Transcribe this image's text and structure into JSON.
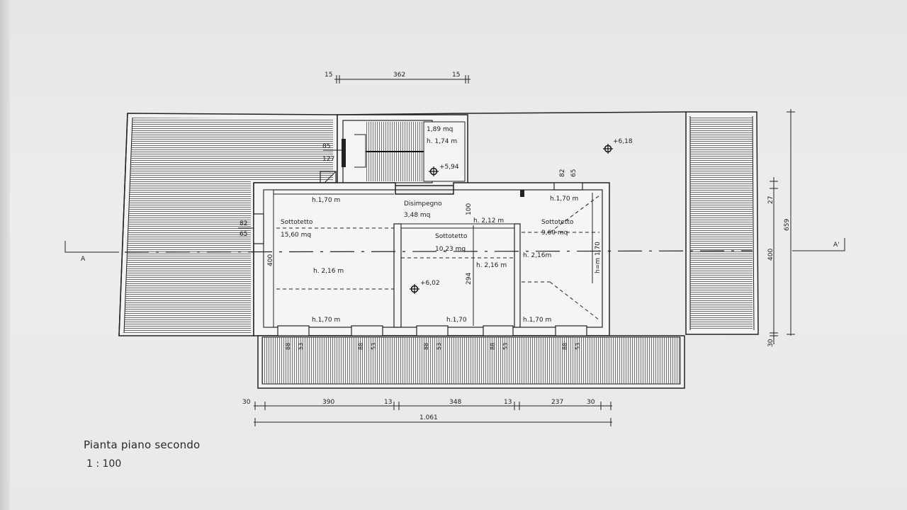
{
  "drawing": {
    "title": "Pianta piano secondo",
    "scale": "1 : 100"
  },
  "section_marks": {
    "left": "A",
    "right": "A'"
  },
  "dimensions_top": {
    "left": "15",
    "center": "362",
    "right": "15"
  },
  "dimensions_bottom": {
    "segments": [
      "30",
      "390",
      "13",
      "348",
      "13",
      "237",
      "30"
    ],
    "total": "1.061"
  },
  "dimensions_right": {
    "top": "27",
    "middle": "400",
    "total": "659",
    "bottom": "30"
  },
  "dimensions_left": {
    "upper_a": "85",
    "upper_b": "127",
    "lower_a": "82",
    "lower_b": "65",
    "height": "400"
  },
  "stair": {
    "area": "1,89 mq",
    "height": "h. 1,74 m",
    "level": "+5,94"
  },
  "rooms": {
    "disimpegno": {
      "name": "Disimpegno",
      "area": "3,48 mq",
      "height_mark": "100"
    },
    "sottotetto_left": {
      "name": "Sottotetto",
      "area": "15,60 mq",
      "height": "h. 2,16 m",
      "top_height": "h.1,70 m",
      "bottom_height": "h.1,70 m"
    },
    "sottotetto_center": {
      "name": "Sottotetto",
      "area": "10,23 mq",
      "height": "h. 2,16 m",
      "top_height": "h. 2,12 m",
      "bottom_height": "h.1,70",
      "depth": "294",
      "level": "+6,02"
    },
    "sottotetto_right": {
      "name": "Sottotetto",
      "area": "9,60 mq",
      "height": "h. 2,16m",
      "vertical_height": "h=m 1,70",
      "top_height": "h.1,70 m",
      "bottom_height": "h.1,70 m"
    }
  },
  "levels": {
    "roof": "+6,18"
  },
  "window_marks": {
    "top_right": [
      "82",
      "65"
    ],
    "bottom": [
      [
        "88",
        "53"
      ],
      [
        "88",
        "53"
      ],
      [
        "88",
        "53"
      ],
      [
        "88",
        "53"
      ],
      [
        "88",
        "53"
      ]
    ]
  }
}
